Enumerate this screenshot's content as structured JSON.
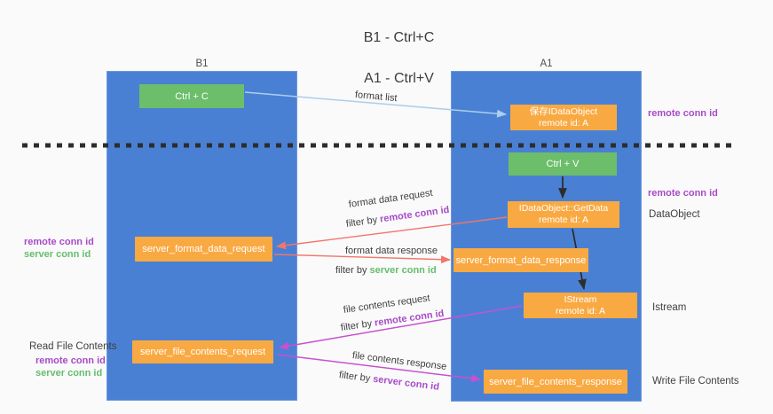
{
  "title": {
    "line1": "B1 - Ctrl+C",
    "line2": "A1 - Ctrl+V"
  },
  "lanes": {
    "left": {
      "name": "B1",
      "role": "connection"
    },
    "right": {
      "name": "A1",
      "role": "remote"
    }
  },
  "nodes": {
    "ctrl_c": {
      "label": "Ctrl + C"
    },
    "ctrl_v": {
      "label": "Ctrl + V"
    },
    "save_idataobject": {
      "line1": "保存IDataObject",
      "line2": "remote id: A"
    },
    "idataobject_getdata": {
      "line1": "IDataObject::GetData",
      "line2": "remote id: A"
    },
    "istream": {
      "line1": "IStream",
      "line2": "remote id: A"
    },
    "server_format_data_request": {
      "label": "server_format_data_request"
    },
    "server_format_data_response": {
      "label": "server_format_data_response"
    },
    "server_file_contents_request": {
      "label": "server_file_contents_request"
    },
    "server_file_contents_response": {
      "label": "server_file_contents_response"
    }
  },
  "edges": {
    "format_list": {
      "label": "format list"
    },
    "format_data_request": {
      "label": "format data request",
      "filter_prefix": "filter by ",
      "filter_key": "remote conn id"
    },
    "format_data_response": {
      "label": "format data response",
      "filter_prefix": "filter by ",
      "filter_key": "server conn id"
    },
    "file_contents_request": {
      "label": "file contents request",
      "filter_prefix": "filter by ",
      "filter_key": "remote conn id"
    },
    "file_contents_response": {
      "label": "file contents response",
      "filter_prefix": "filter by ",
      "filter_key": "server conn id"
    }
  },
  "annotations": {
    "remote_conn_id_right_top": "remote conn id",
    "remote_conn_id_right_mid": "remote conn id",
    "dataobject": "DataObject",
    "istream": "Istream",
    "write_file_contents": "Write File Contents",
    "read_file_contents": "Read File Contents",
    "format_remote_conn_id": "remote conn id",
    "format_server_conn_id": "server conn id",
    "file_remote_conn_id": "remote conn id",
    "file_server_conn_id": "server conn id"
  },
  "colors": {
    "lane_blue": "#4a80d4",
    "node_green": "#6cbe6b",
    "node_orange": "#f9a942",
    "arrow_light_blue": "#aacfec",
    "arrow_red": "#f3756a",
    "arrow_magenta": "#c751d0",
    "arrow_black": "#2d2d2d",
    "text_purple": "#a74bc8",
    "text_green": "#64be6e",
    "text_gray": "#3f3f3f",
    "background": "#fafafa"
  }
}
